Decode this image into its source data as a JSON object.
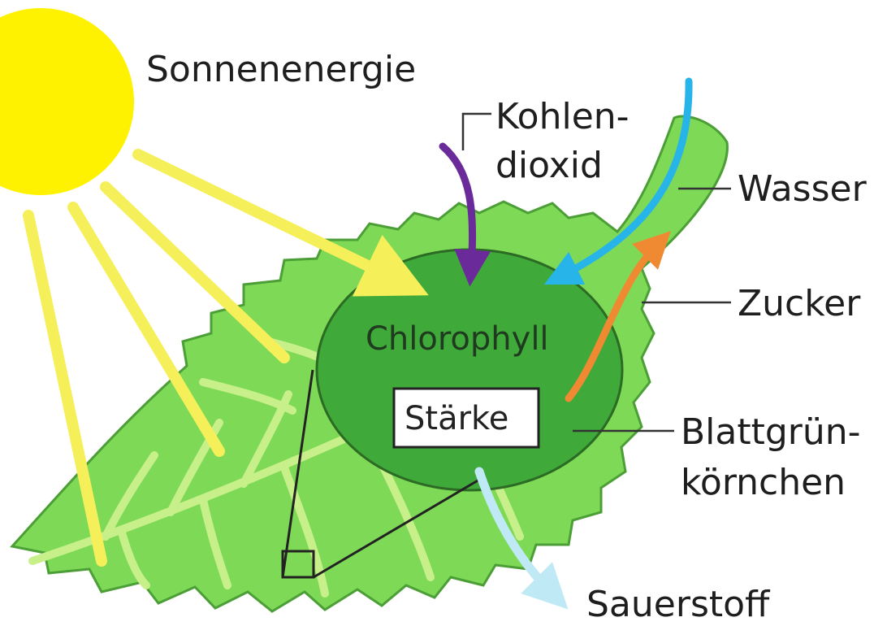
{
  "labels": {
    "sun": "Sonnenenergie",
    "co2_line1": "Kohlen-",
    "co2_line2": "dioxid",
    "water": "Wasser",
    "sugar": "Zucker",
    "grains_line1": "Blattgrün-",
    "grains_line2": "körnchen",
    "oxygen": "Sauerstoff",
    "chlorophyll": "Chlorophyll",
    "starch": "Stärke"
  },
  "colors": {
    "sun": "#fff200",
    "sun_rays": "#f5ef5a",
    "leaf": "#7ed957",
    "leaf_vein": "#c8f08a",
    "chloroplast": "#3fa93a",
    "co2_arrow": "#6a2a9a",
    "water_arrow": "#27b4e8",
    "sugar_arrow": "#f08a32",
    "oxygen_arrow": "#bfe9f5",
    "label_line": "#333333"
  }
}
